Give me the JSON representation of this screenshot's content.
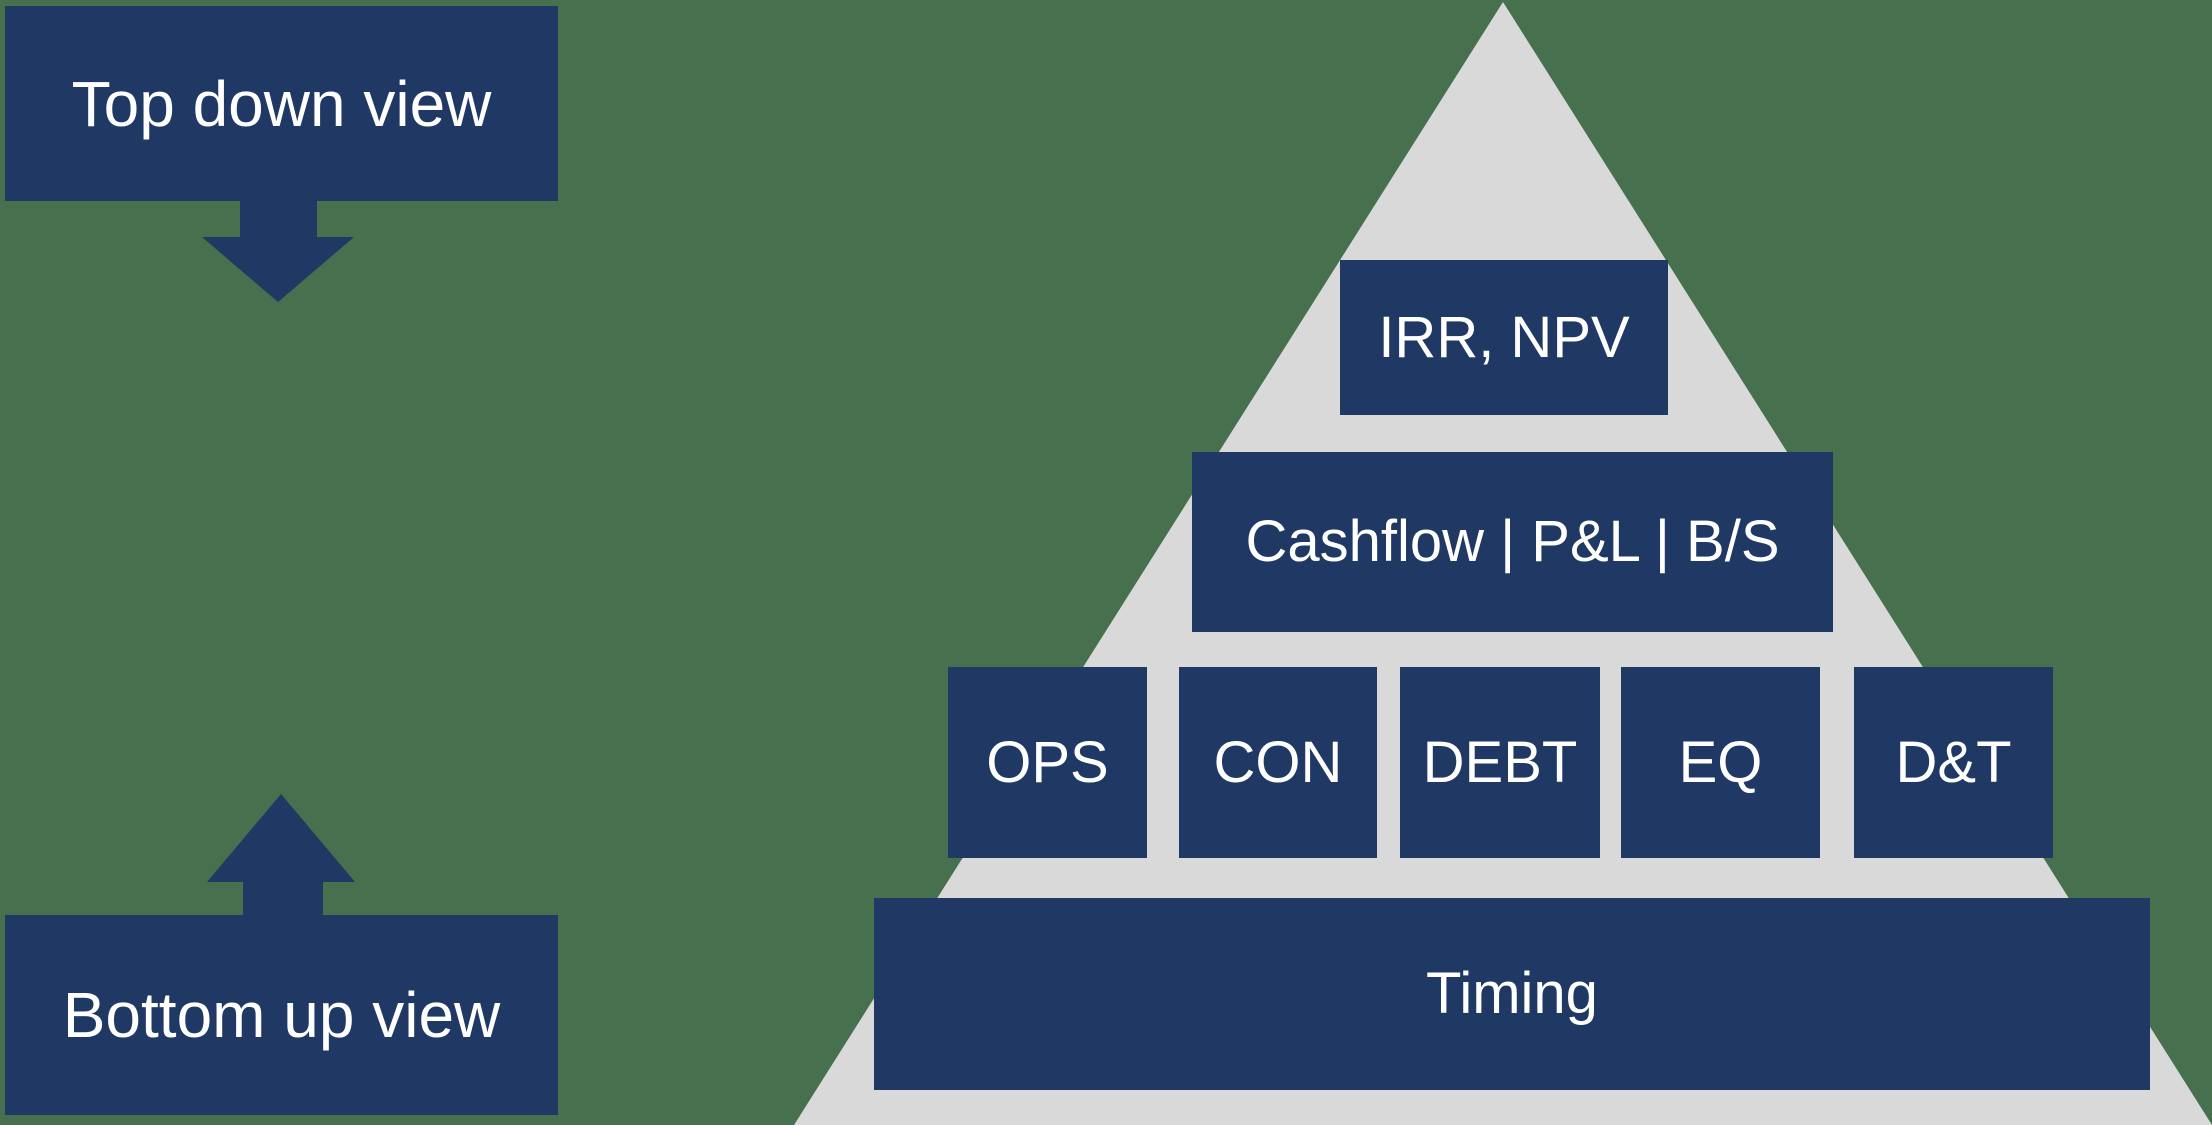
{
  "colors": {
    "background_green": "#47704E",
    "box_navy": "#1F3864",
    "pyramid_gray": "#D9D9D9",
    "label_white": "#FFFFFF"
  },
  "left_panel": {
    "top_box_label": "Top down view",
    "down_arrow_icon": "down-arrow",
    "up_arrow_icon": "up-arrow",
    "bottom_box_label": "Bottom up view"
  },
  "pyramid": {
    "tier1": {
      "label": "IRR, NPV"
    },
    "tier2": {
      "label": "Cashflow | P&L | B/S"
    },
    "tier3": {
      "boxes": [
        "OPS",
        "CON",
        "DEBT",
        "EQ",
        "D&T"
      ]
    },
    "tier4": {
      "label": "Timing"
    }
  }
}
